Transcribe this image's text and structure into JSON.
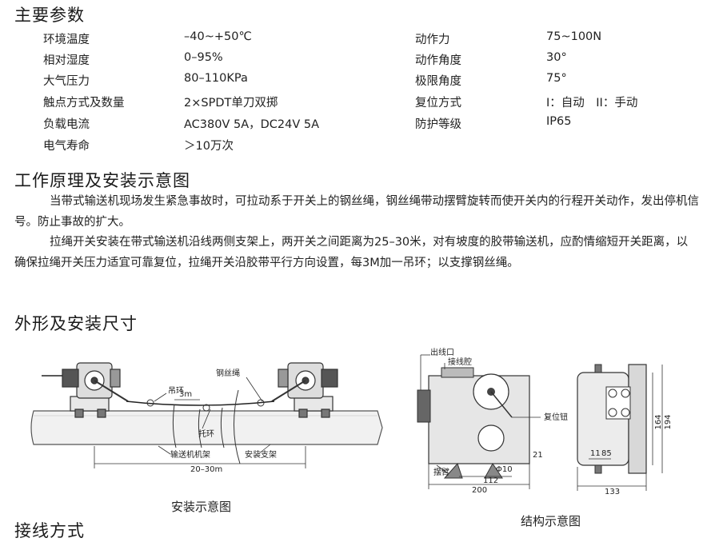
{
  "sections": {
    "params_title": "主要参数",
    "principle_title": "工作原理及安装示意图",
    "dimensions_title": "外形及安装尺寸",
    "wiring_title": "接线方式"
  },
  "params": {
    "left": [
      {
        "label": "环境温度",
        "value": "–40~+50℃"
      },
      {
        "label": "相对湿度",
        "value": "0–95%"
      },
      {
        "label": "大气压力",
        "value": "80–110KPa"
      },
      {
        "label": "触点方式及数量",
        "value": "2×SPDT单刀双掷"
      },
      {
        "label": "负载电流",
        "value": "AC380V 5A，DC24V 5A"
      },
      {
        "label": "电气寿命",
        "value": "＞10万次"
      }
    ],
    "right": [
      {
        "label": "动作力",
        "value": "75~100N"
      },
      {
        "label": "动作角度",
        "value": "30°"
      },
      {
        "label": "极限角度",
        "value": "75°"
      },
      {
        "label": "复位方式",
        "value": "I：自动　II：手动"
      },
      {
        "label": "防护等级",
        "value": "IP65"
      }
    ]
  },
  "principle": {
    "p1": "当带式输送机现场发生紧急事故时，可拉动系于开关上的钢丝绳，钢丝绳带动摆臂旋转而使开关内的行程开关动作，发出停机信号。防止事故的扩大。",
    "p2": "拉绳开关安装在带式输送机沿线两侧支架上，两开关之间距离为25–30米，对有坡度的胶带输送机，应酌情缩短开关距离，以确保拉绳开关压力适宜可靠复位，拉绳开关沿胶带平行方向设置，每3M加一吊环；以支撑钢丝绳。"
  },
  "install_diagram": {
    "caption": "安装示意图",
    "labels": {
      "hook": "吊环",
      "spacing": "3m",
      "wire_rope": "钢丝绳",
      "ring": "托环",
      "frame": "输送机机架",
      "bracket": "安装支架",
      "distance": "20–30m"
    }
  },
  "structure_diagram": {
    "caption": "结构示意图",
    "labels": {
      "outlet": "出线口",
      "junction": "接线腔",
      "reset_knob": "复位钮",
      "swing_arm": "摆臂",
      "phi10": "Φ10",
      "dim_112": "112",
      "dim_200": "200",
      "dim_21": "21",
      "dim_11": "11",
      "dim_85": "85",
      "dim_133": "133",
      "dim_164": "164",
      "dim_194": "194"
    }
  }
}
